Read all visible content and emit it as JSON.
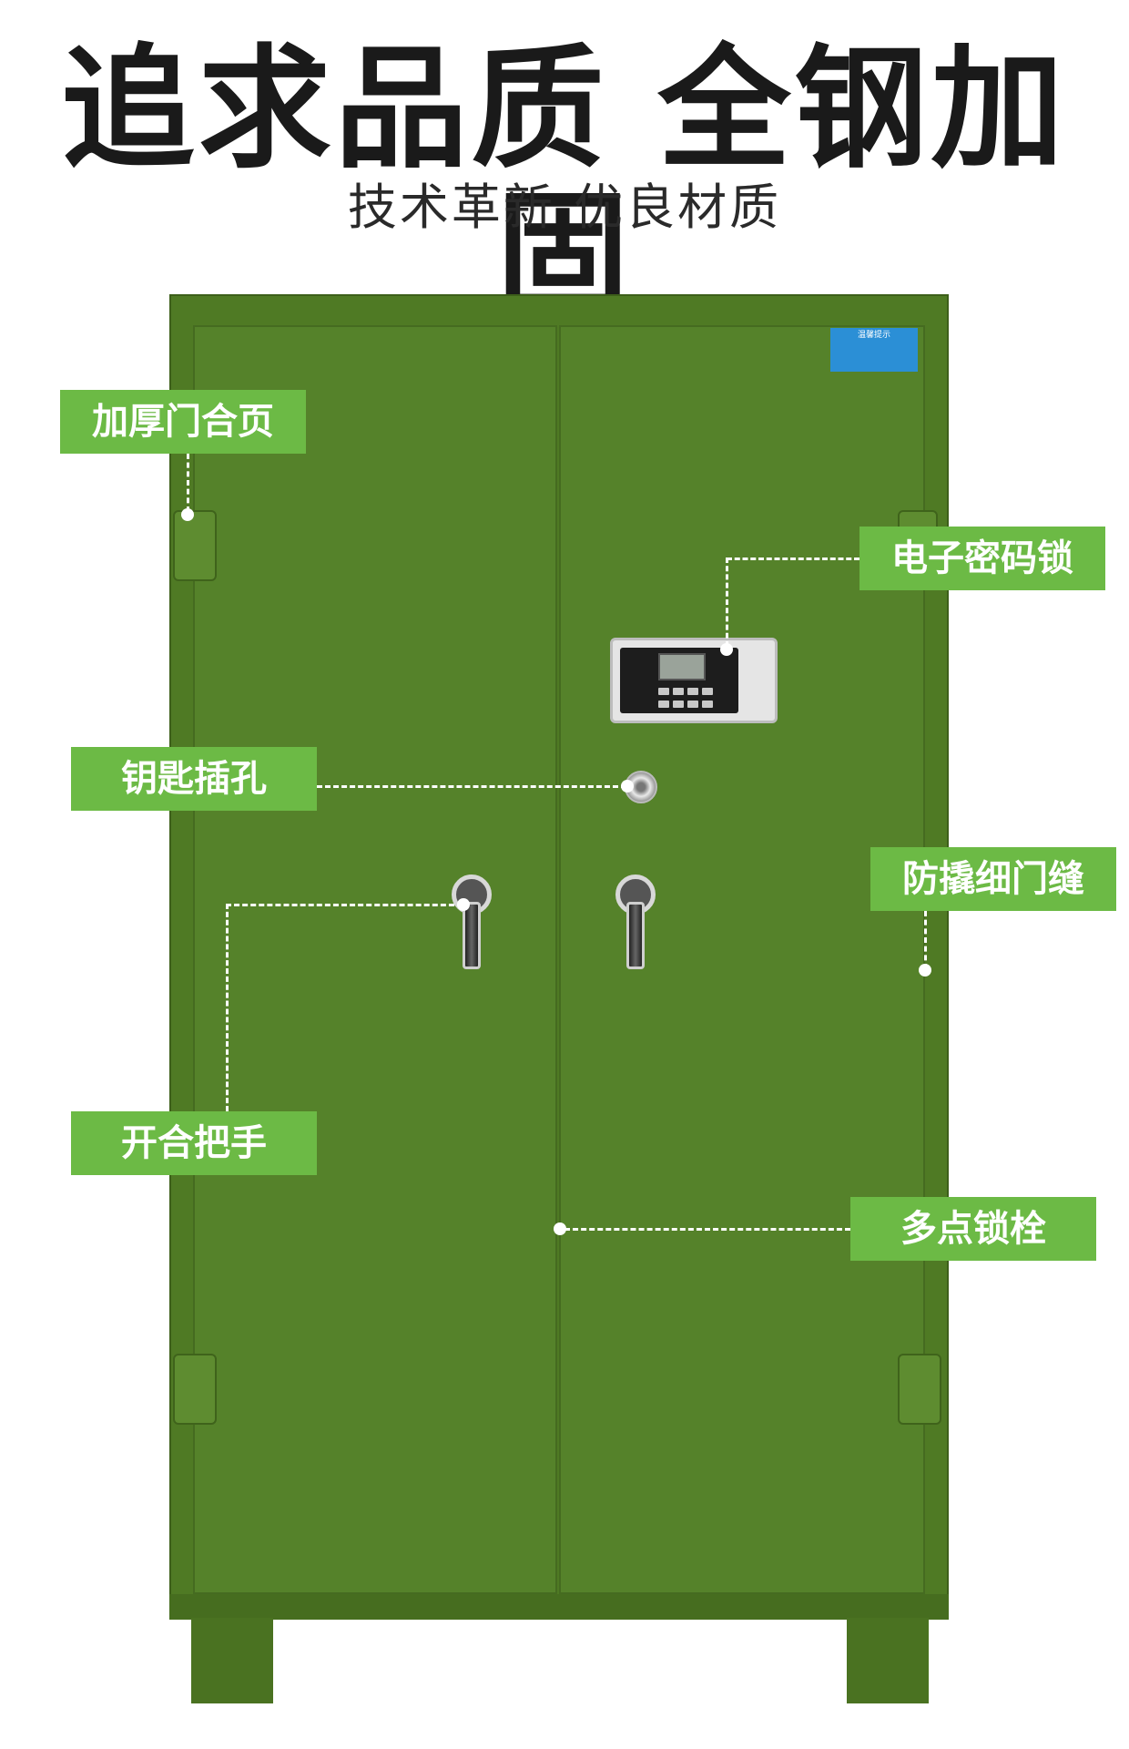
{
  "title": "追求品质 全钢加固",
  "subtitle": "技术革新 优良材质",
  "sticker_title": "温馨提示",
  "callouts": {
    "hinge": "加厚门合页",
    "lock": "电子密码锁",
    "keyhole": "钥匙插孔",
    "gap": "防撬细门缝",
    "handle": "开合把手",
    "bolt": "多点锁栓"
  },
  "colors": {
    "label_bg": "#6cba45",
    "cabinet": "#55822a"
  }
}
